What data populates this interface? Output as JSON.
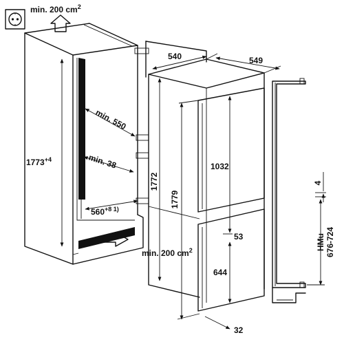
{
  "diagram": {
    "vent_top": {
      "text": "min. 200 cm",
      "sup": "2"
    },
    "vent_bottom": {
      "text": "min. 200 cm",
      "sup": "2"
    },
    "dim_540": "540",
    "dim_549": "549",
    "min_550": "min. 550",
    "min_38": "min. 38",
    "dim_1773": {
      "text": "1773",
      "sup": "+4"
    },
    "dim_560": {
      "text": "560",
      "sup": "+8 1)"
    },
    "dim_1772": "1772",
    "dim_1779": "1779",
    "dim_1032": "1032",
    "dim_53": "53",
    "dim_644": "644",
    "dim_32": "32",
    "dim_4": "4",
    "hmu_label": "HMu",
    "hmu_range": "676-724"
  }
}
